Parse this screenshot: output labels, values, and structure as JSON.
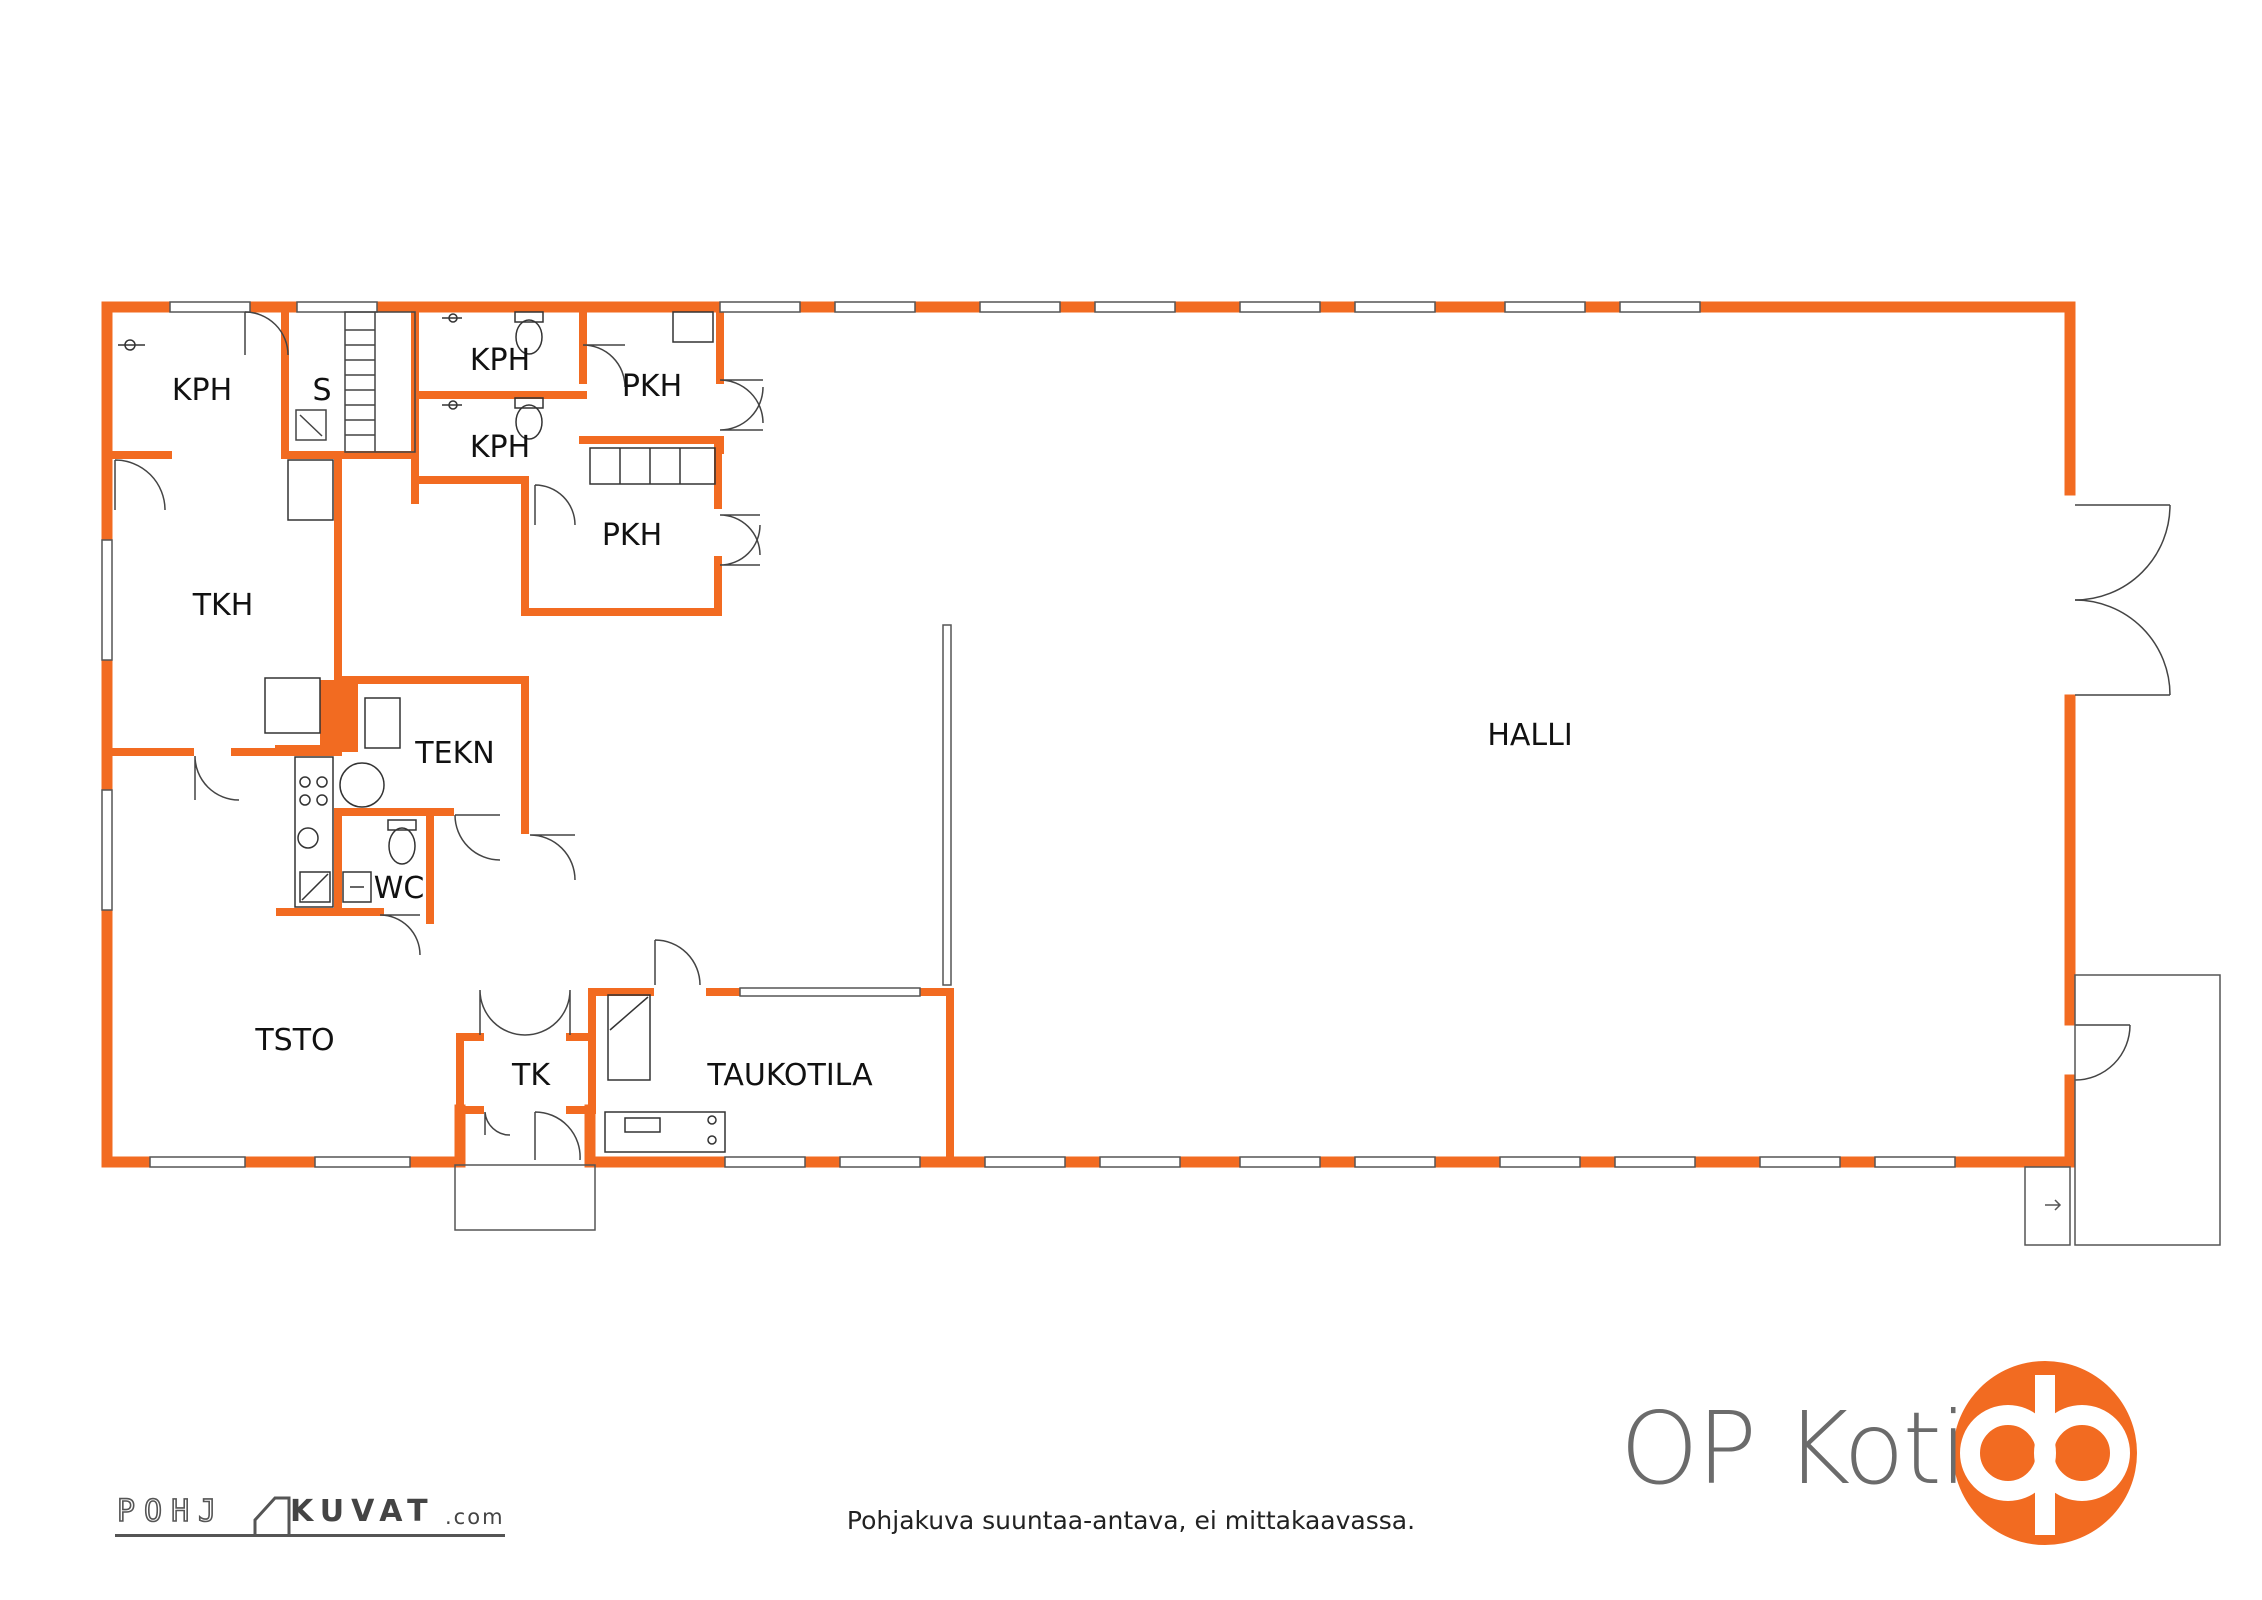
{
  "colors": {
    "wall": "#f26b21",
    "fixture": "#333333",
    "brand_gray": "#6b6b6b",
    "logo_orange": "#f26b21"
  },
  "rooms": {
    "kph1": "KPH",
    "s": "S",
    "kph2": "KPH",
    "kph3": "KPH",
    "pkh1": "PKH",
    "pkh2": "PKH",
    "tkh": "TKH",
    "tekn": "TEKN",
    "wc": "WC",
    "tsto": "TSTO",
    "tk": "TK",
    "taukotila": "TAUKOTILA",
    "halli": "HALLI"
  },
  "footer": {
    "disclaimer": "Pohjakuva suuntaa-antava, ei mittakaavassa."
  },
  "brand": {
    "name": "OP Koti",
    "logo_icon": "op-logo-icon"
  },
  "watermark": {
    "left": "POHJ",
    "right": "KUVAT",
    "suffix": ".com"
  }
}
